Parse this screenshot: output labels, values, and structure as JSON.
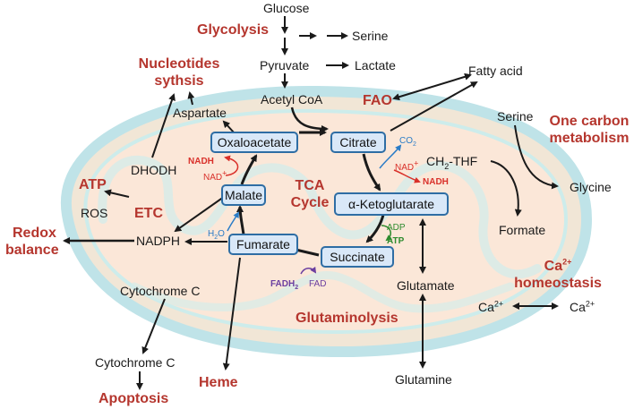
{
  "colors": {
    "pathway_red": "#b5362e",
    "box_fill": "#d9e8f8",
    "box_border": "#2e6da4",
    "arrow": "#1a1a1a",
    "nadh_red": "#d9302a",
    "co2_blue": "#2a7cc7",
    "atp_green": "#2e8b2e",
    "fadh_purple": "#6b3fa0"
  },
  "pathways": {
    "glycolysis": "Glycolysis",
    "nucleotides_line1": "Nucleotides",
    "nucleotides_line2": "sythsis",
    "fao": "FAO",
    "one_carbon_line1": "One carbon",
    "one_carbon_line2": "metabolism",
    "atp": "ATP",
    "etc": "ETC",
    "redox_line1": "Redox",
    "redox_line2": "balance",
    "tca_line1": "TCA",
    "tca_line2": "Cycle",
    "ca_homeostasis_prefix": "Ca",
    "ca_homeostasis_sup": "2+",
    "ca_homeostasis_line2": "homeostasis",
    "glutaminolysis": "Glutaminolysis",
    "heme": "Heme",
    "apoptosis": "Apoptosis"
  },
  "metabolites": {
    "glucose": "Glucose",
    "serine_top": "Serine",
    "pyruvate": "Pyruvate",
    "lactate": "Lactate",
    "fatty_acid": "Fatty acid",
    "acetyl_coa": "Acetyl CoA",
    "aspartate": "Aspartate",
    "serine_right": "Serine",
    "dhodh": "DHODH",
    "ch2_thf_prefix": "CH",
    "ch2_thf_sub": "2",
    "ch2_thf_suffix": "-THF",
    "glycine": "Glycine",
    "ros": "ROS",
    "nadph": "NADPH",
    "formate": "Formate",
    "cytochrome_c_1": "Cytochrome C",
    "cytochrome_c_2": "Cytochrome C",
    "glutamate": "Glutamate",
    "glutamine": "Glutamine",
    "ca_left": "Ca",
    "ca_left_sup": "2+",
    "ca_right": "Ca",
    "ca_right_sup": "2+"
  },
  "tca_nodes": {
    "oxaloacetate": "Oxaloacetate",
    "citrate": "Citrate",
    "malate": "Malate",
    "a_ketoglutarate": "α-Ketoglutarate",
    "fumarate": "Fumarate",
    "succinate": "Succinate"
  },
  "cofactors": {
    "nadh_left": "NADH",
    "nad_left": "NAD",
    "nad_left_sup": "+",
    "co2": "CO",
    "co2_sub": "2",
    "nad_right": "NAD",
    "nad_right_sup": "+",
    "nadh_right": "NADH",
    "h2o": "H",
    "h2o_sub": "2",
    "h2o_suffix": "O",
    "adp": "ADP",
    "atp": "ATP",
    "fadh2": "FADH",
    "fadh2_sub": "2",
    "fad": "FAD"
  }
}
